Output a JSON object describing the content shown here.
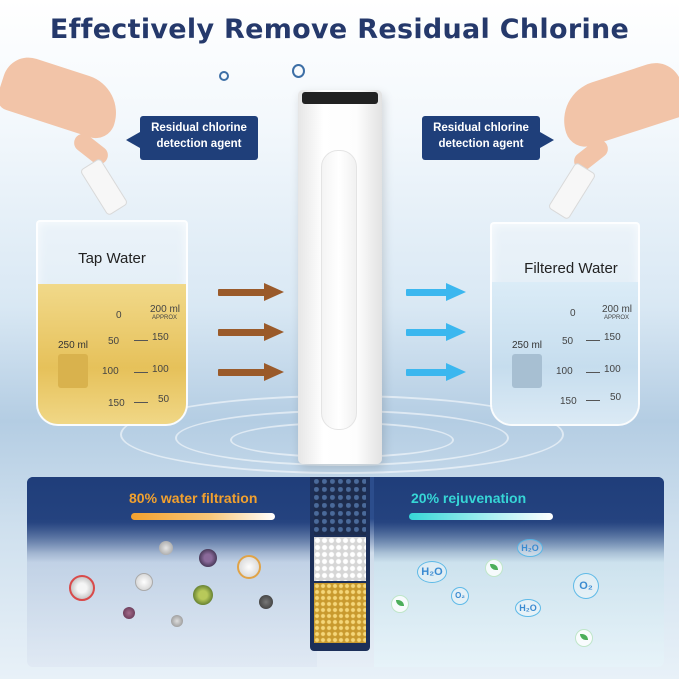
{
  "title": "Effectively Remove Residual Chlorine",
  "callouts": {
    "left": "Residual chlorine detection agent",
    "right": "Residual chlorine detection agent"
  },
  "beakers": {
    "left": {
      "label": "Tap Water",
      "capacity": "250 ml",
      "brand": "APPROX",
      "marks_right": [
        "200 ml",
        "150",
        "100",
        "50"
      ],
      "marks_left": [
        "0",
        "50",
        "100",
        "150"
      ],
      "liquid_color": "#e9c96b"
    },
    "right": {
      "label": "Filtered Water",
      "capacity": "250 ml",
      "brand": "APPROX",
      "marks_right": [
        "200 ml",
        "150",
        "100",
        "50"
      ],
      "marks_left": [
        "0",
        "50",
        "100",
        "150"
      ],
      "liquid_color": "#cfe4f2"
    }
  },
  "arrows": {
    "in_color": "#9a5a2a",
    "out_color": "#3bb7ef"
  },
  "panel": {
    "left_label": "80% water filtration",
    "left_color": "#f2a12e",
    "right_label": "20% rejuvenation",
    "right_color": "#36d6d6",
    "molecules": [
      "H₂O",
      "H₂O",
      "O₂",
      "O₂",
      "H₂O"
    ]
  },
  "icons": {
    "beaker": "beaker-icon",
    "arrow": "arrow-right-icon",
    "filter": "filter-cartridge-icon",
    "leaf": "leaf-icon"
  }
}
